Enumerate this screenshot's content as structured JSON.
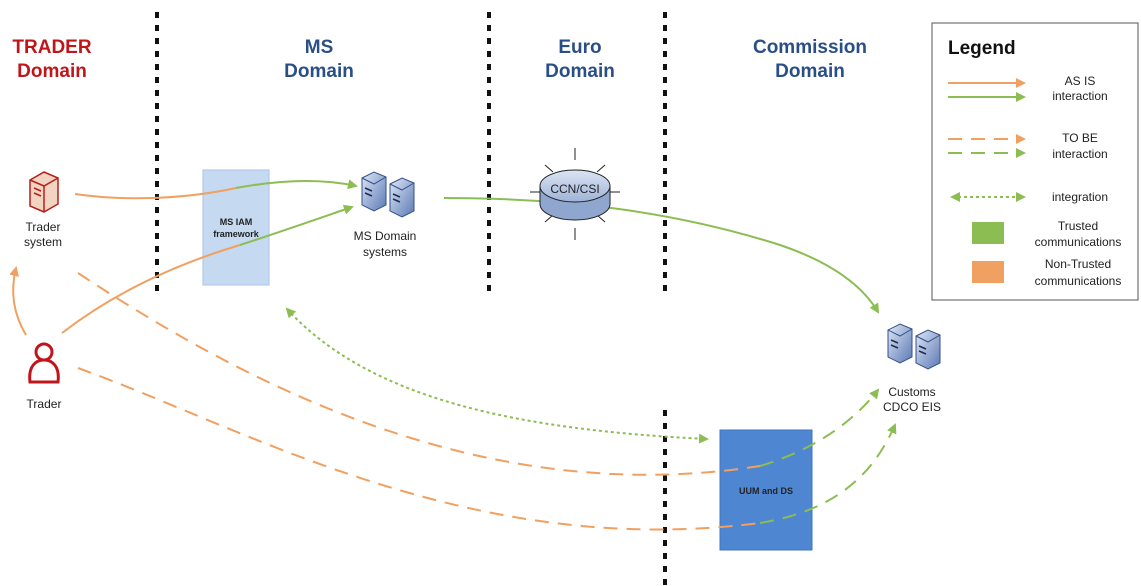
{
  "domains": [
    {
      "line1": "TRADER",
      "line2": "Domain",
      "color": "#c0161b"
    },
    {
      "line1": "MS",
      "line2": "Domain",
      "color": "#2a4f86"
    },
    {
      "line1": "Euro",
      "line2": "Domain",
      "color": "#2a4f86"
    },
    {
      "line1": "Commission",
      "line2": "Domain",
      "color": "#2a4f86"
    }
  ],
  "nodes": {
    "trader_system": {
      "line1": "Trader",
      "line2": "system",
      "icon": "server-icon"
    },
    "trader": {
      "label": "Trader",
      "icon": "person-icon"
    },
    "ms_iam": {
      "line1": "MS IAM",
      "line2": "framework"
    },
    "ms_systems": {
      "line1": "MS Domain",
      "line2": "systems",
      "icon": "servers-icon"
    },
    "ccn_csi": {
      "label": "CCN/CSI",
      "icon": "network-hub-icon"
    },
    "uum_ds": {
      "label": "UUM and DS"
    },
    "customs": {
      "line1": "Customs",
      "line2": "CDCO EIS",
      "icon": "servers-icon"
    }
  },
  "legend": {
    "title": "Legend",
    "as_is": {
      "line1": "AS IS",
      "line2": "interaction"
    },
    "to_be": {
      "line1": "TO BE",
      "line2": "interaction"
    },
    "integration": "integration",
    "trusted": {
      "line1": "Trusted",
      "line2": "communications"
    },
    "non_trusted": {
      "line1": "Non-Trusted",
      "line2": "communications"
    }
  },
  "colors": {
    "trusted": "#8cbd52",
    "non_trusted": "#f0a060",
    "iam_box": "#c5d9f1",
    "uum_box": "#4f86d2",
    "divider": "#111111"
  }
}
